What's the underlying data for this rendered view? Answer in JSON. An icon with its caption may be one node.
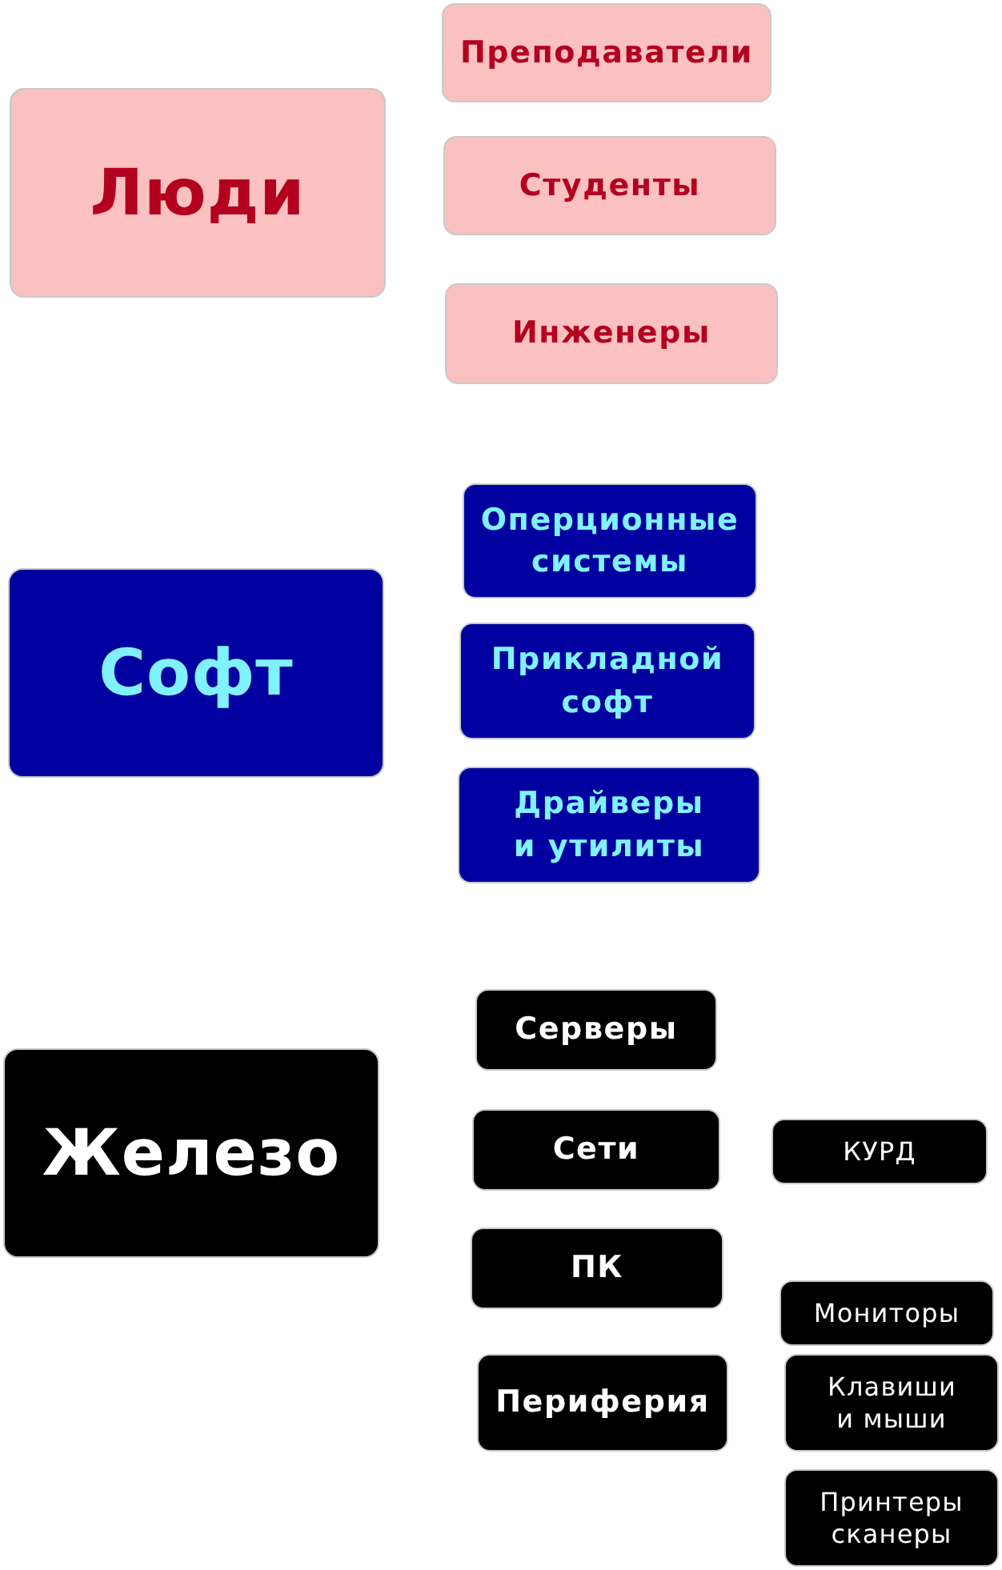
{
  "diagram": {
    "nodes": [
      {
        "text": [
          "Люди"
        ]
      },
      {
        "text": [
          "Преподаватели"
        ]
      },
      {
        "text": [
          "Студенты"
        ]
      },
      {
        "text": [
          "Инженеры"
        ]
      },
      {
        "text": [
          "Софт"
        ]
      },
      {
        "text": [
          "Оперционные системы"
        ]
      },
      {
        "text": [
          "Прикладной софт"
        ]
      },
      {
        "text": [
          "Драйверы и утилиты"
        ]
      },
      {
        "text": [
          "Железо"
        ]
      },
      {
        "text": [
          "Серверы"
        ]
      },
      {
        "text": [
          "Сети"
        ]
      },
      {
        "text": [
          "КУРД"
        ]
      },
      {
        "text": [
          "ПК"
        ]
      },
      {
        "text": [
          "Мониторы"
        ]
      },
      {
        "text": [
          "Периферия"
        ]
      },
      {
        "text": [
          "Клавиши и мыши"
        ]
      },
      {
        "text": [
          "Принтеры сканеры"
        ]
      }
    ]
  }
}
